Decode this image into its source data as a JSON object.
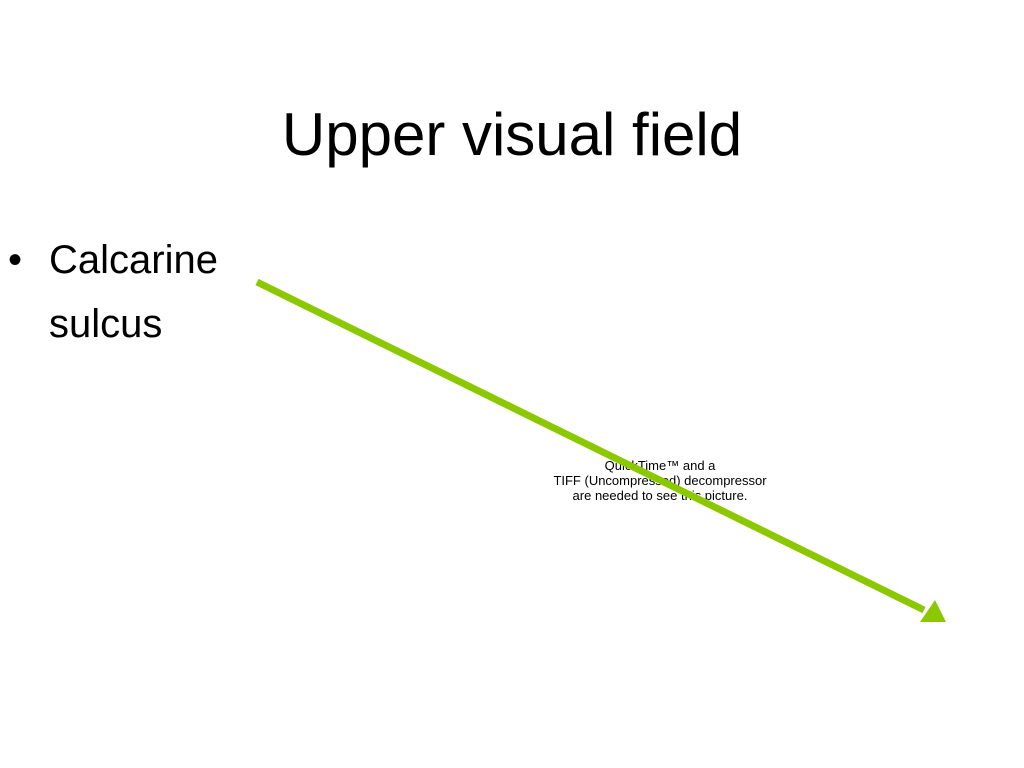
{
  "slide": {
    "title": "Upper visual field",
    "bullets": [
      {
        "marker": "•",
        "text": "Calcarine sulcus"
      }
    ]
  },
  "image_placeholder": {
    "lines": [
      "QuickTime™ and a",
      "TIFF (Uncompressed) decompressor",
      "are needed to see this picture."
    ]
  },
  "arrow": {
    "color": "#8cc800",
    "icon": "arrow-icon"
  }
}
